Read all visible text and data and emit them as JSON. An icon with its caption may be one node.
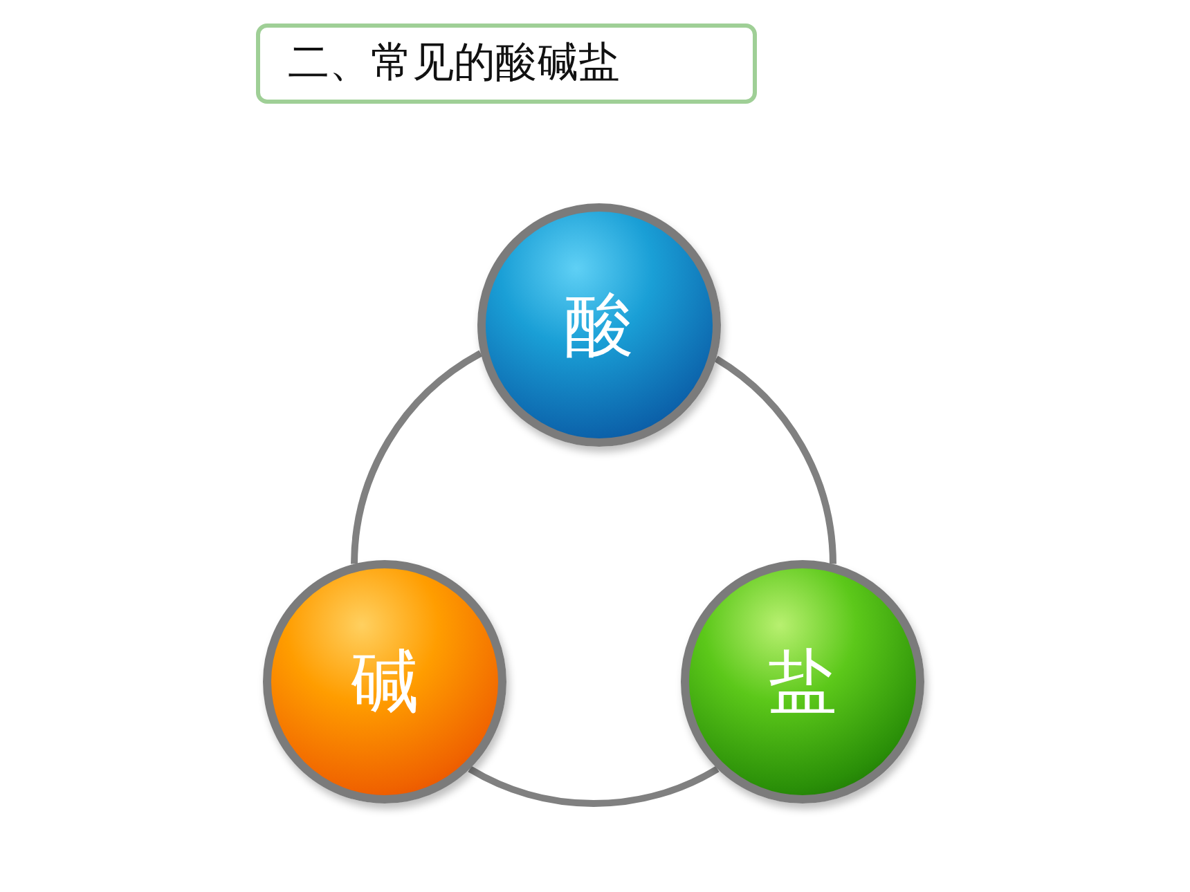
{
  "diagram": {
    "title": "二、常见的酸碱盐",
    "nodes": [
      {
        "text": [
          "酸"
        ]
      },
      {
        "text": [
          "碱"
        ]
      },
      {
        "text": [
          "盐"
        ]
      }
    ],
    "edges": [
      {
        "from": 0,
        "to": 1,
        "arrow": "none"
      },
      {
        "from": 1,
        "to": 2,
        "arrow": "none"
      },
      {
        "from": 2,
        "to": 0,
        "arrow": "none"
      }
    ]
  }
}
